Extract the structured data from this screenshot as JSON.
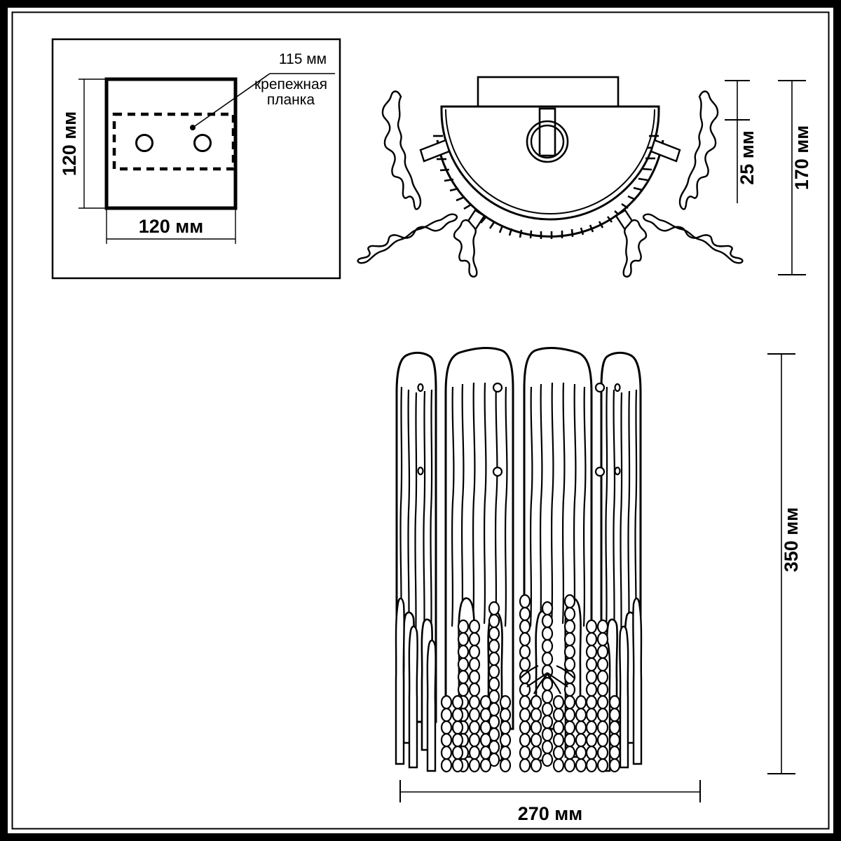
{
  "drawing": {
    "title": "Wall sconce technical dimension drawing",
    "line_color": "#000000",
    "background_color": "#ffffff"
  },
  "detail_view": {
    "name": "mounting-plate-detail",
    "callout_dimension": "115 мм",
    "callout_label_line1": "крепежная",
    "callout_label_line2": "планка",
    "height_dimension": "120 мм",
    "width_dimension": "120 мм",
    "hole_count": 2
  },
  "top_view": {
    "name": "top-view",
    "depth_dimension": "25 мм",
    "overall_depth_dimension": "170 мм"
  },
  "front_view": {
    "name": "front-view",
    "height_dimension": "350 мм",
    "width_dimension": "270 мм"
  }
}
